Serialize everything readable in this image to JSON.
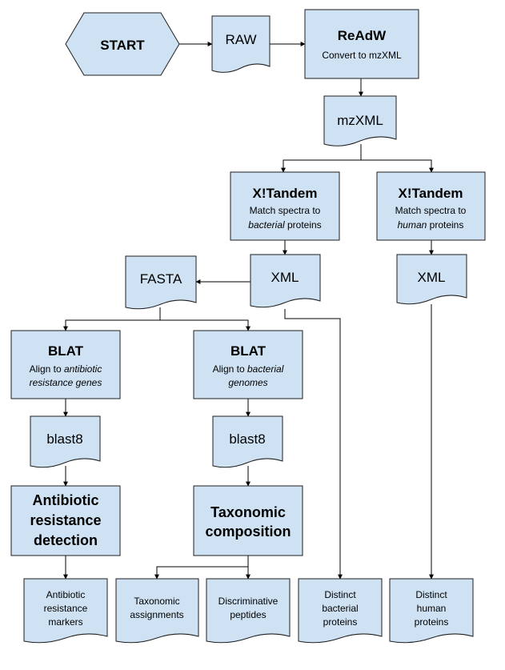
{
  "nodes": {
    "start": "START",
    "raw": "RAW",
    "readw": {
      "title": "ReAdW",
      "sub": "Convert to mzXML"
    },
    "mzxml": "mzXML",
    "xtandem_bacterial": {
      "title": "X!Tandem",
      "line1": "Match spectra to",
      "line2_italic": "bacterial",
      "line2_rest": " proteins"
    },
    "xtandem_human": {
      "title": "X!Tandem",
      "line1": "Match spectra to",
      "line2_italic": "human",
      "line2_rest": " proteins"
    },
    "fasta": "FASTA",
    "xml_bacterial": "XML",
    "xml_human": "XML",
    "blat_resistance": {
      "title": "BLAT",
      "line1_plain": "Align to ",
      "line1_italic": "antibiotic",
      "line2_italic": "resistance genes"
    },
    "blat_genomes": {
      "title": "BLAT",
      "line1_plain": "Align to ",
      "line1_italic": "bacterial",
      "line2_italic": "genomes"
    },
    "blast8_resistance": "blast8",
    "blast8_genomes": "blast8",
    "antibiotic_detection": {
      "line1": "Antibiotic",
      "line2": "resistance",
      "line3": "detection"
    },
    "taxonomic_composition": {
      "line1": "Taxonomic",
      "line2": "composition"
    },
    "out_markers": {
      "line1": "Antibiotic",
      "line2": "resistance",
      "line3": "markers"
    },
    "out_assignments": {
      "line1": "Taxonomic",
      "line2": "assignments"
    },
    "out_peptides": {
      "line1": "Discriminative",
      "line2": "peptides"
    },
    "out_bacterial_proteins": {
      "line1": "Distinct",
      "line2": "bacterial",
      "line3": "proteins"
    },
    "out_human_proteins": {
      "line1": "Distinct",
      "line2": "human",
      "line3": "proteins"
    }
  },
  "colors": {
    "node_fill": "#cfe2f3",
    "node_stroke": "#1f1f1f",
    "edge": "#000000"
  }
}
